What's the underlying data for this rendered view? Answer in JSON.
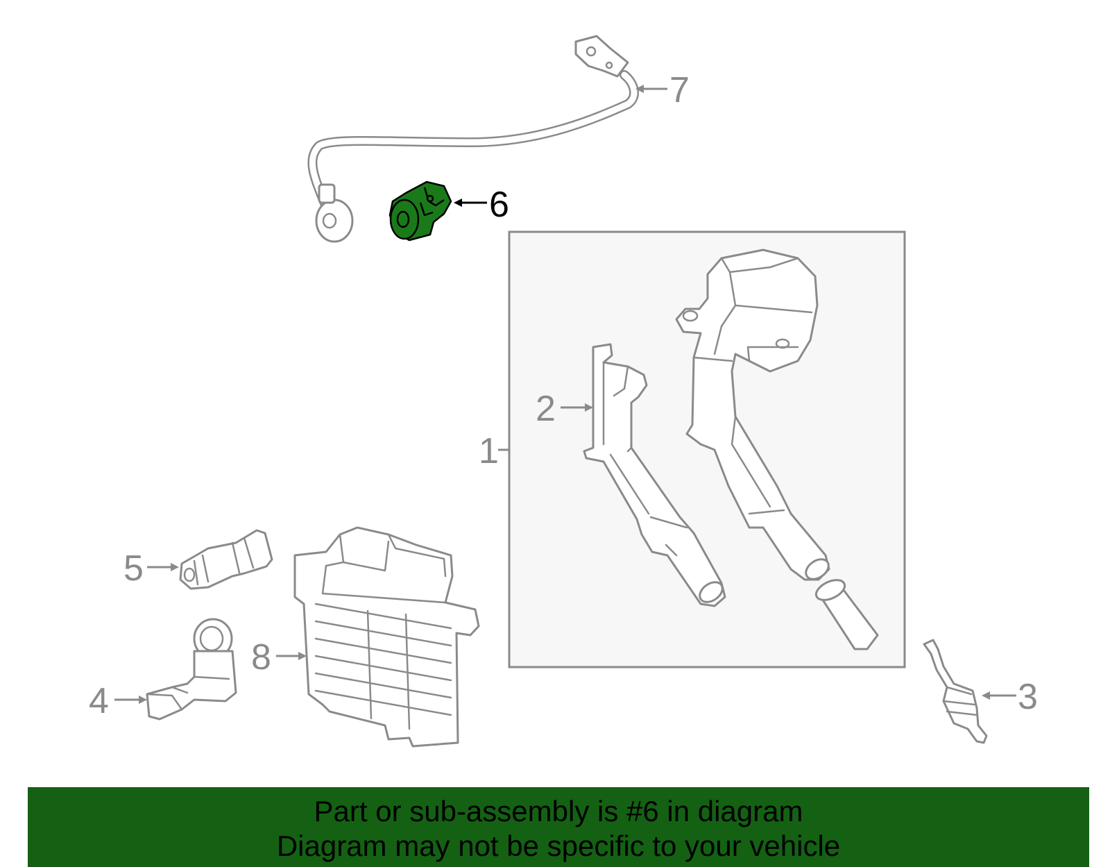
{
  "colors": {
    "part_outline": "#8a8a8a",
    "highlight_fill": "#1a7a1a",
    "banner_background": "#146113",
    "highlight_label": "#000000",
    "inset_box_background": "#f7f7f7"
  },
  "callouts": {
    "c1": "1",
    "c2": "2",
    "c3": "3",
    "c4": "4",
    "c5": "5",
    "c6": "6",
    "c7": "7",
    "c8": "8"
  },
  "highlighted_callout": "6",
  "banner": {
    "line1": "Part or sub-assembly is #6 in diagram",
    "line2": "Diagram may not be specific to your vehicle"
  }
}
